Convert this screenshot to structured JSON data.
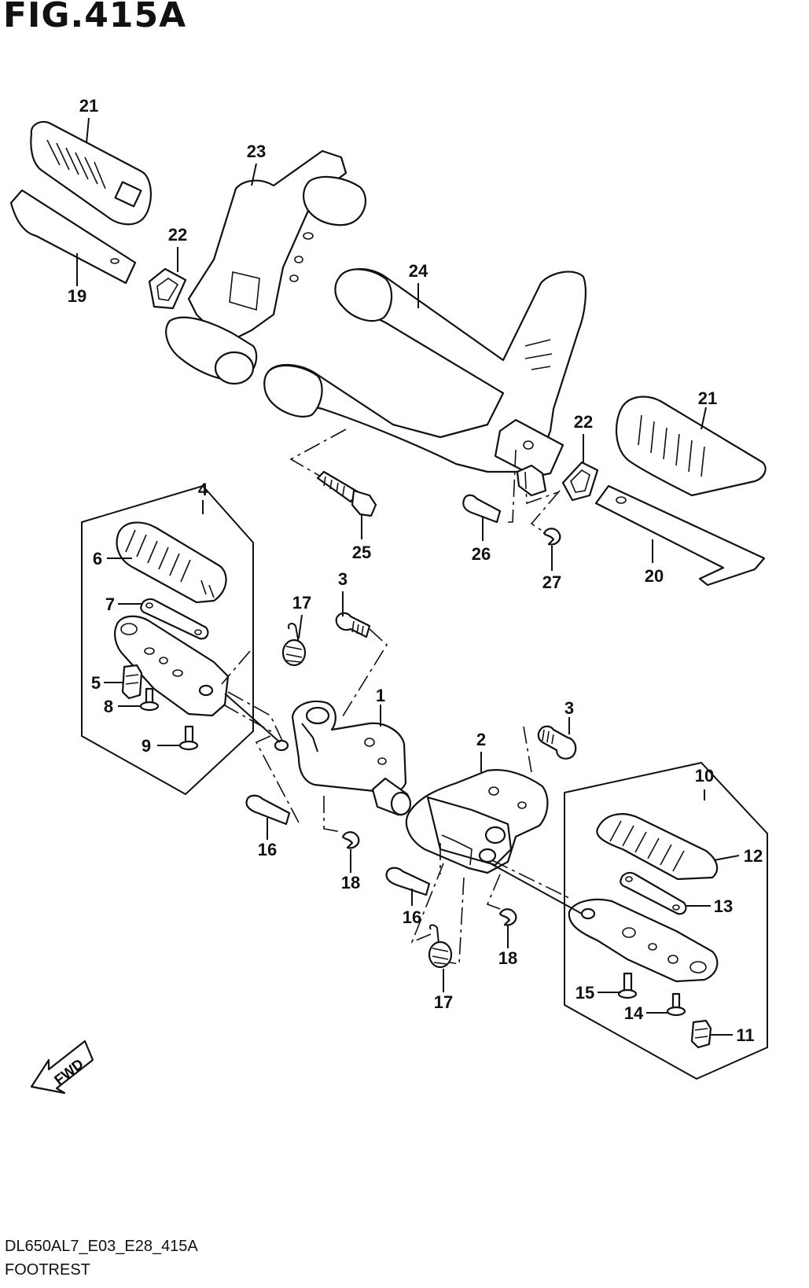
{
  "figure": {
    "title": "FIG.415A",
    "model_code": "DL650AL7_E03_E28_415A",
    "section_name": "FOOTREST",
    "fwd_label": "FWD"
  },
  "callouts": [
    {
      "id": "c21a",
      "text": "21"
    },
    {
      "id": "c19",
      "text": "19"
    },
    {
      "id": "c23",
      "text": "23"
    },
    {
      "id": "c22a",
      "text": "22"
    },
    {
      "id": "c24",
      "text": "24"
    },
    {
      "id": "c21b",
      "text": "21"
    },
    {
      "id": "c22b",
      "text": "22"
    },
    {
      "id": "c20",
      "text": "20"
    },
    {
      "id": "c25",
      "text": "25"
    },
    {
      "id": "c26",
      "text": "26"
    },
    {
      "id": "c27",
      "text": "27"
    },
    {
      "id": "c4",
      "text": "4"
    },
    {
      "id": "c6",
      "text": "6"
    },
    {
      "id": "c7",
      "text": "7"
    },
    {
      "id": "c5",
      "text": "5"
    },
    {
      "id": "c8",
      "text": "8"
    },
    {
      "id": "c9",
      "text": "9"
    },
    {
      "id": "c3a",
      "text": "3"
    },
    {
      "id": "c17a",
      "text": "17"
    },
    {
      "id": "c1",
      "text": "1"
    },
    {
      "id": "c16a",
      "text": "16"
    },
    {
      "id": "c18a",
      "text": "18"
    },
    {
      "id": "c3b",
      "text": "3"
    },
    {
      "id": "c2",
      "text": "2"
    },
    {
      "id": "c10",
      "text": "10"
    },
    {
      "id": "c12",
      "text": "12"
    },
    {
      "id": "c13",
      "text": "13"
    },
    {
      "id": "c16b",
      "text": "16"
    },
    {
      "id": "c18b",
      "text": "18"
    },
    {
      "id": "c17b",
      "text": "17"
    },
    {
      "id": "c15",
      "text": "15"
    },
    {
      "id": "c14",
      "text": "14"
    },
    {
      "id": "c11",
      "text": "11"
    }
  ]
}
